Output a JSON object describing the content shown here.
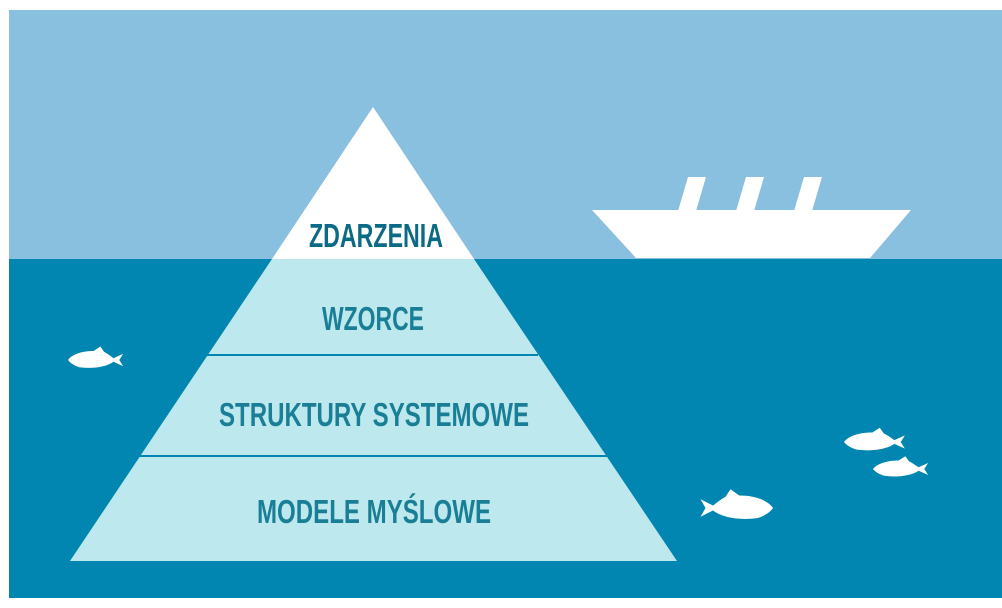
{
  "diagram": {
    "levels": [
      {
        "label": "ZDARZENIA"
      },
      {
        "label": "WZORCE"
      },
      {
        "label": "STRUKTURY SYSTEMOWE"
      },
      {
        "label": "MODELE MYŚLOWE"
      }
    ]
  },
  "colors": {
    "frame": "#ffffff",
    "sky": "#89bfdf",
    "sea": "#0086b0",
    "tip": "#ffffff",
    "underwater": "#bde9ee",
    "label_tip": "#0b6a85",
    "label_underwater": "#1a7f96",
    "fish": "#ffffff",
    "ship": "#ffffff"
  },
  "icons": {
    "ship": "ship-icon",
    "fish": "fish-icon"
  }
}
